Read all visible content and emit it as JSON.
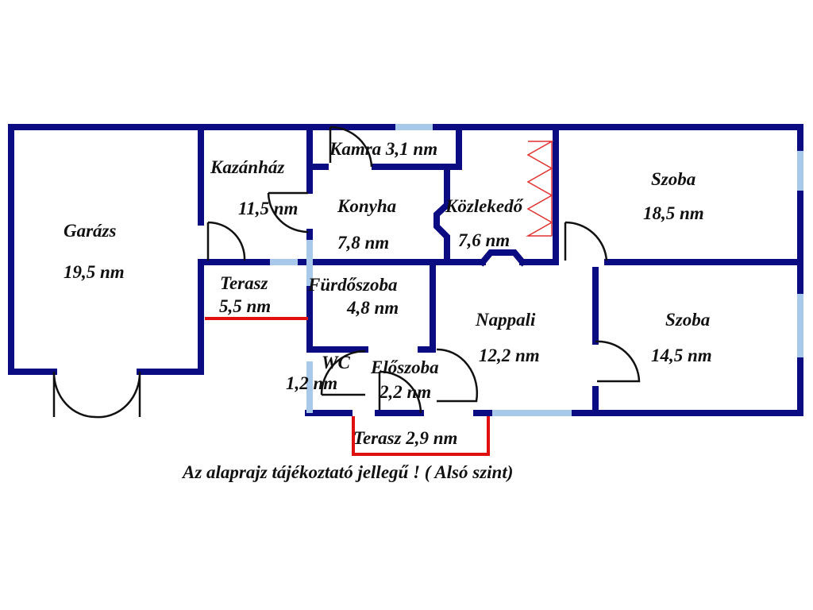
{
  "rooms": {
    "garazs": {
      "name": "Garázs",
      "area": "19,5 nm"
    },
    "kazanhaz": {
      "name": "Kazánház",
      "area": "11,5 nm"
    },
    "kamra": {
      "label": "Kamra 3,1 nm"
    },
    "konyha": {
      "name": "Konyha",
      "area": "7,8 nm"
    },
    "kozlekedo": {
      "name": "Közlekedő",
      "area": "7,6 nm"
    },
    "szoba1": {
      "name": "Szoba",
      "area": "18,5 nm"
    },
    "terasz1": {
      "name": "Terasz",
      "area": "5,5 nm"
    },
    "furdo": {
      "name": "Fürdőszoba",
      "area": "4,8 nm"
    },
    "nappali": {
      "name": "Nappali",
      "area": "12,2 nm"
    },
    "szoba2": {
      "name": "Szoba",
      "area": "14,5 nm"
    },
    "wc": {
      "name": "WC",
      "area": "1,2 nm"
    },
    "eloszoba": {
      "name": "Előszoba",
      "area": "2,2 nm"
    },
    "terasz2": {
      "label": "Terasz 2,9 nm"
    }
  },
  "caption": "Az alaprajz tájékoztató jellegű ! ( Alsó szint)",
  "colors": {
    "wall": "#0b0b82",
    "window": "#a9c9ea",
    "terrace": "#e01010"
  }
}
